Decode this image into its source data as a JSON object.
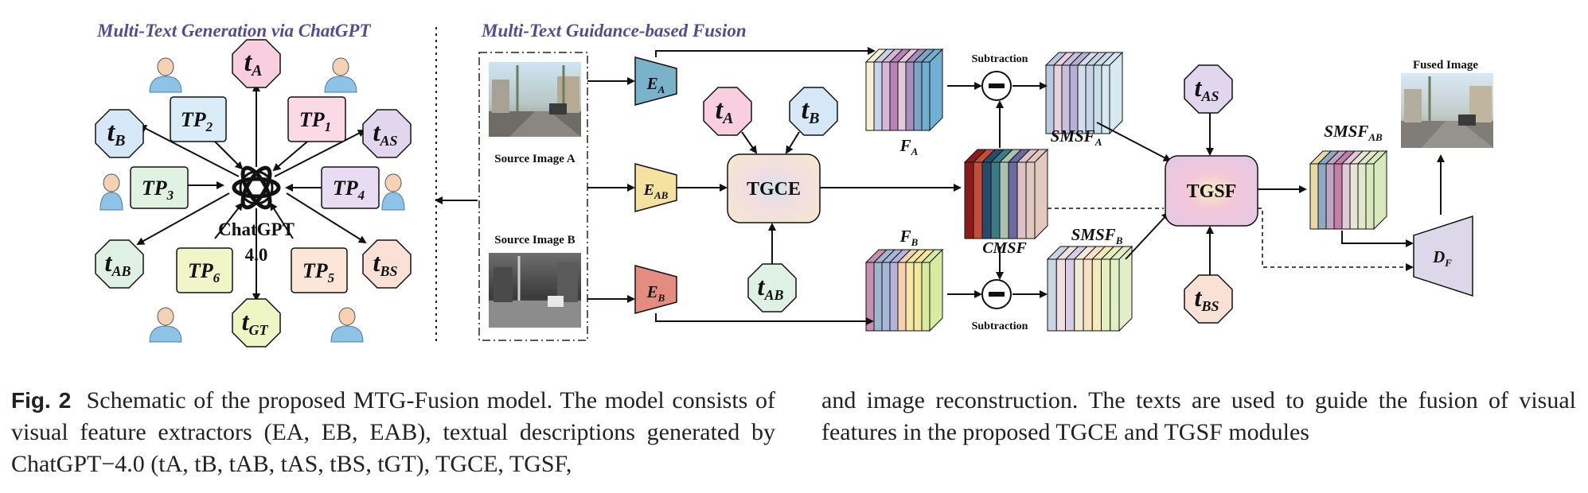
{
  "sections": {
    "left_title": "Multi-Text Generation via ChatGPT",
    "right_title": "Multi-Text Guidance-based Fusion"
  },
  "chatgpt": {
    "line1": "ChatGPT",
    "line2": "4.0"
  },
  "prompts": {
    "tp1": {
      "main": "TP",
      "sub": "1"
    },
    "tp2": {
      "main": "TP",
      "sub": "2"
    },
    "tp3": {
      "main": "TP",
      "sub": "3"
    },
    "tp4": {
      "main": "TP",
      "sub": "4"
    },
    "tp5": {
      "main": "TP",
      "sub": "5"
    },
    "tp6": {
      "main": "TP",
      "sub": "6"
    }
  },
  "texts": {
    "tA": {
      "main": "t",
      "sub": "A"
    },
    "tB": {
      "main": "t",
      "sub": "B"
    },
    "tAB": {
      "main": "t",
      "sub": "AB"
    },
    "tAS": {
      "main": "t",
      "sub": "AS"
    },
    "tBS": {
      "main": "t",
      "sub": "BS"
    },
    "tGT": {
      "main": "t",
      "sub": "GT"
    }
  },
  "sources": {
    "a": "Source Image A",
    "b": "Source Image B"
  },
  "encoders": {
    "ea": {
      "main": "E",
      "sub": "A"
    },
    "eab": {
      "main": "E",
      "sub": "AB"
    },
    "eb": {
      "main": "E",
      "sub": "B"
    }
  },
  "modules": {
    "tgce": "TGCE",
    "tgsf": "TGSF"
  },
  "features": {
    "fa": {
      "main": "F",
      "sub": "A"
    },
    "fb": {
      "main": "F",
      "sub": "B"
    },
    "cmsf": "CMSF",
    "smsfa": {
      "main": "SMSF",
      "sub": "A"
    },
    "smsfb": {
      "main": "SMSF",
      "sub": "B"
    },
    "smsfab": {
      "main": "SMSF",
      "sub": "AB"
    }
  },
  "subtraction": {
    "label": "Subtraction",
    "symbol": "−"
  },
  "decoder": {
    "main": "D",
    "sub": "F"
  },
  "output": {
    "label": "Fused Image"
  },
  "caption": {
    "label": "Fig. 2",
    "col1": "Schematic of the proposed MTG-Fusion model. The model consists of visual feature extractors (EA, EB, EAB), textual descriptions generated by ChatGPT−4.0 (tA, tB, tAB, tAS, tBS, tGT), TGCE, TGSF,",
    "col2": "and image reconstruction. The texts are used to guide the fusion of visual features in the proposed TGCE and TGSF modules"
  },
  "colors": {
    "title": "#5a4a8a",
    "tA": "#f9cfe0",
    "tB": "#d6e8f7",
    "tAB": "#dff0e4",
    "tAS": "#e2d6ee",
    "tBS": "#fbe0d6",
    "tGT": "#eef6c4",
    "tp1": "#fbd9e6",
    "tp2": "#d9ecf8",
    "tp3": "#e0f2e2",
    "tp4": "#e7dcf2",
    "tp5": "#fde6d8",
    "tp6": "#f0f6c8",
    "ea": "#7ab2c9",
    "eab": "#f5e2a0",
    "eb": "#e48c80",
    "decoder": "#dcd8ea"
  }
}
